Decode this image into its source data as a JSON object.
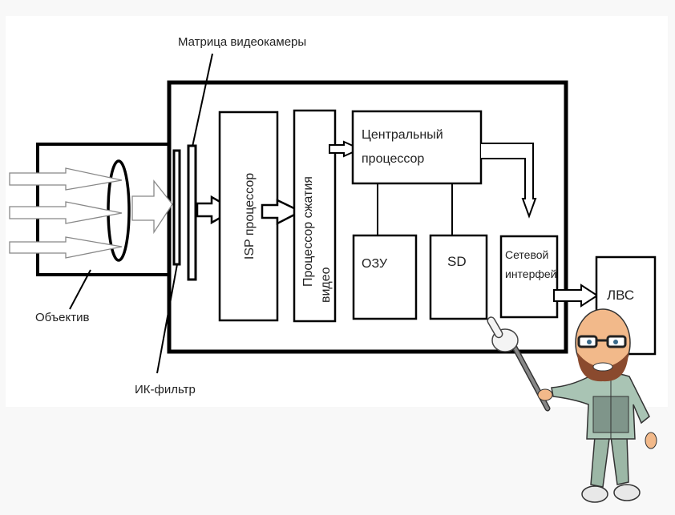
{
  "diagram": {
    "title": "IP camera block diagram",
    "labels": {
      "sensor": "Матрица видеокамеры",
      "lens": "Объектив",
      "ir_filter": "ИК-фильтр"
    },
    "blocks": {
      "isp": "ISP процессор",
      "compression_line1": "Процессор сжатия",
      "compression_line2": "видео",
      "cpu_line1": "Центральный",
      "cpu_line2": "процессор",
      "ram": "ОЗУ",
      "sd": "SD",
      "net_line1": "Сетевой",
      "net_line2": "интерфейс",
      "lan": "ЛВС"
    },
    "colors": {
      "stroke": "#000000",
      "background": "#ffffff",
      "page": "#f8f8f8",
      "jacket": "#a9c4b4",
      "skin": "#f2b98a"
    }
  }
}
